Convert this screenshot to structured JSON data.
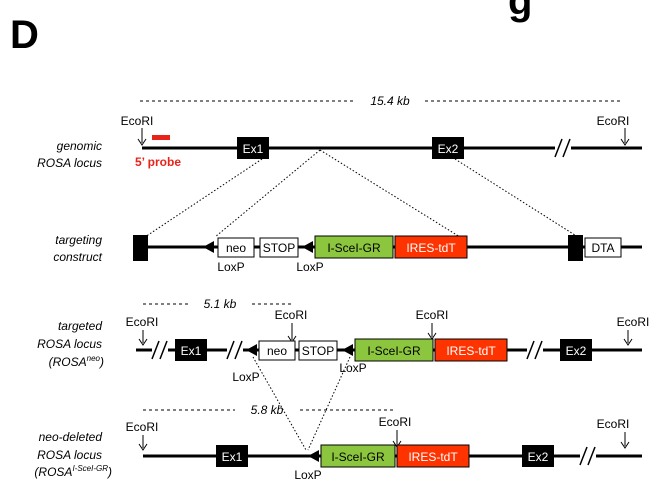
{
  "panel_letter": "D",
  "title_fragment": "g",
  "rows": {
    "genomic": {
      "label_line1": "genomic",
      "label_line2": "ROSA locus",
      "distance": "15.4 kb",
      "ecori": "EcoRI",
      "probe_label": "5’ probe",
      "ex1": "Ex1",
      "ex2": "Ex2"
    },
    "targeting": {
      "label_line1": "targeting",
      "label_line2": "construct",
      "neo": "neo",
      "stop": "STOP",
      "iscei": "I-SceI-GR",
      "ires": "IRES-tdT",
      "dta": "DTA",
      "loxp": "LoxP"
    },
    "targeted": {
      "label_line1": "targeted",
      "label_line2": "ROSA locus",
      "label_line3_main": "(ROSA",
      "label_line3_sup": "neo",
      "label_line3_end": ")",
      "distance": "5.1 kb",
      "ecori": "EcoRI",
      "ex1": "Ex1",
      "ex2": "Ex2",
      "neo": "neo",
      "stop": "STOP",
      "iscei": "I-SceI-GR",
      "ires": "IRES-tdT",
      "loxp": "LoxP"
    },
    "deleted": {
      "label_line1": "neo-deleted",
      "label_line2": "ROSA locus",
      "label_line3_main": "(ROSA",
      "label_line3_sup": "I-SceI-GR",
      "label_line3_end": ")",
      "distance": "5.8 kb",
      "ecori": "EcoRI",
      "ex1": "Ex1",
      "ex2": "Ex2",
      "iscei": "I-SceI-GR",
      "ires": "IRES-tdT",
      "loxp": "LoxP"
    }
  },
  "colors": {
    "iscei_green": "#8cc63f",
    "ires_red": "#ff3300",
    "probe_red": "#e8241a",
    "exon_black": "#000000"
  }
}
